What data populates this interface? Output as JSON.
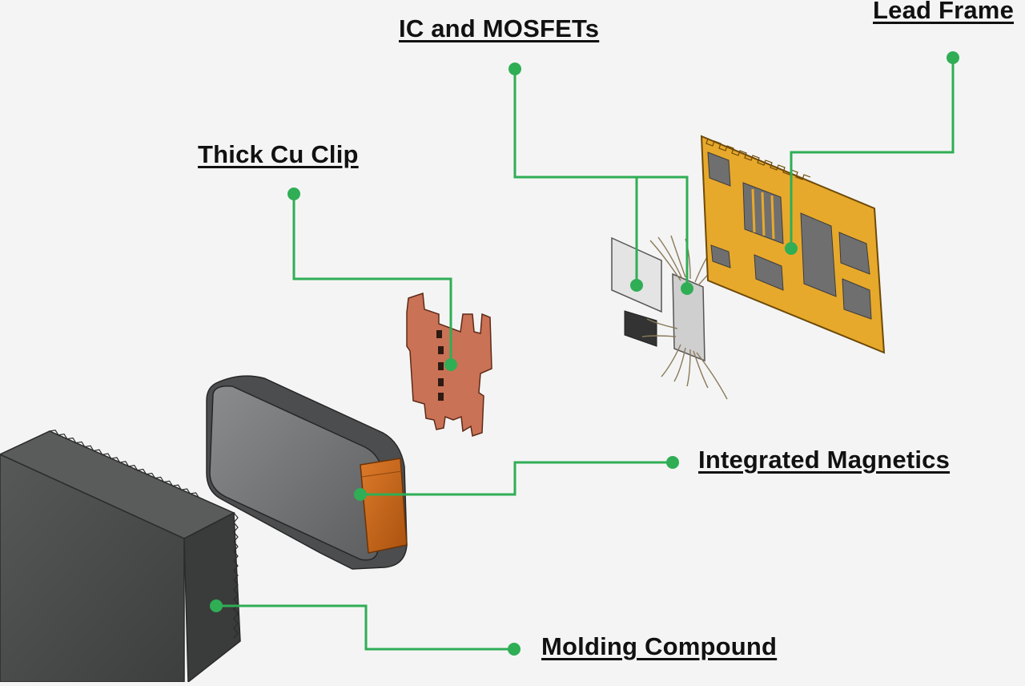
{
  "labels": {
    "lead_frame": "Lead Frame",
    "ic_mosfets": "IC and MOSFETs",
    "thick_cu_clip": "Thick Cu Clip",
    "integrated_magnetics": "Integrated Magnetics",
    "molding_compound": "Molding Compound"
  },
  "colors": {
    "callout_line": "#2fae55",
    "label_text": "#111111",
    "background": "#f4f4f4",
    "lead_frame": "#e7a92c",
    "cu_clip": "#c97256",
    "magnetics_core": "#6e6f70",
    "magnetics_winding": "#c9651c",
    "molding": "#474848",
    "die": "#cfcfcf"
  }
}
